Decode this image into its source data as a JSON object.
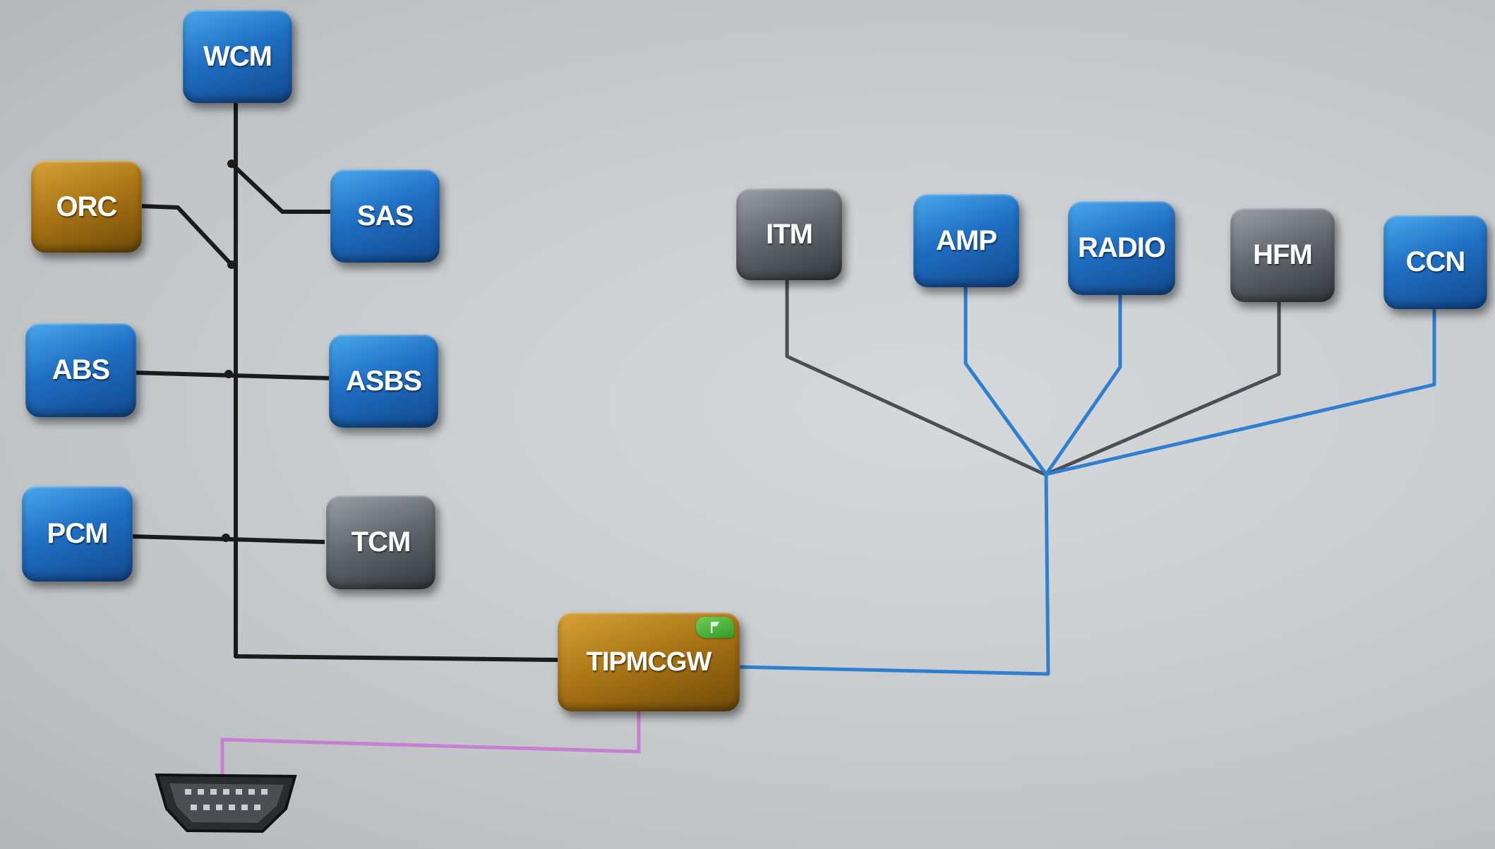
{
  "modules": {
    "wcm": {
      "label": "WCM",
      "color": "#1f6fc4"
    },
    "orc": {
      "label": "ORC",
      "color": "#a67214"
    },
    "sas": {
      "label": "SAS",
      "color": "#1f6fc4"
    },
    "abs": {
      "label": "ABS",
      "color": "#1f6fc4"
    },
    "asbs": {
      "label": "ASBS",
      "color": "#1f6fc4"
    },
    "pcm": {
      "label": "PCM",
      "color": "#1f6fc4"
    },
    "tcm": {
      "label": "TCM",
      "color": "#5e646a"
    },
    "itm": {
      "label": "ITM",
      "color": "#5e646a"
    },
    "amp": {
      "label": "AMP",
      "color": "#1f6fc4"
    },
    "radio": {
      "label": "RADIO",
      "color": "#1f6fc4"
    },
    "hfm": {
      "label": "HFM",
      "color": "#5e646a"
    },
    "ccn": {
      "label": "CCN",
      "color": "#1f6fc4"
    },
    "tipmcgw": {
      "label": "TIPMCGW",
      "color": "#a67214"
    }
  },
  "connector": {
    "icon": "obd-connector-icon"
  },
  "bus_colors": {
    "left_bus": "#1b1b1b",
    "gray_bus": "#4a4f55",
    "blue_bus": "#2f7fd0",
    "diagnostic_link": "#c77fd4"
  },
  "badge": {
    "icon": "flag-icon",
    "color": "#2f9a2a"
  }
}
